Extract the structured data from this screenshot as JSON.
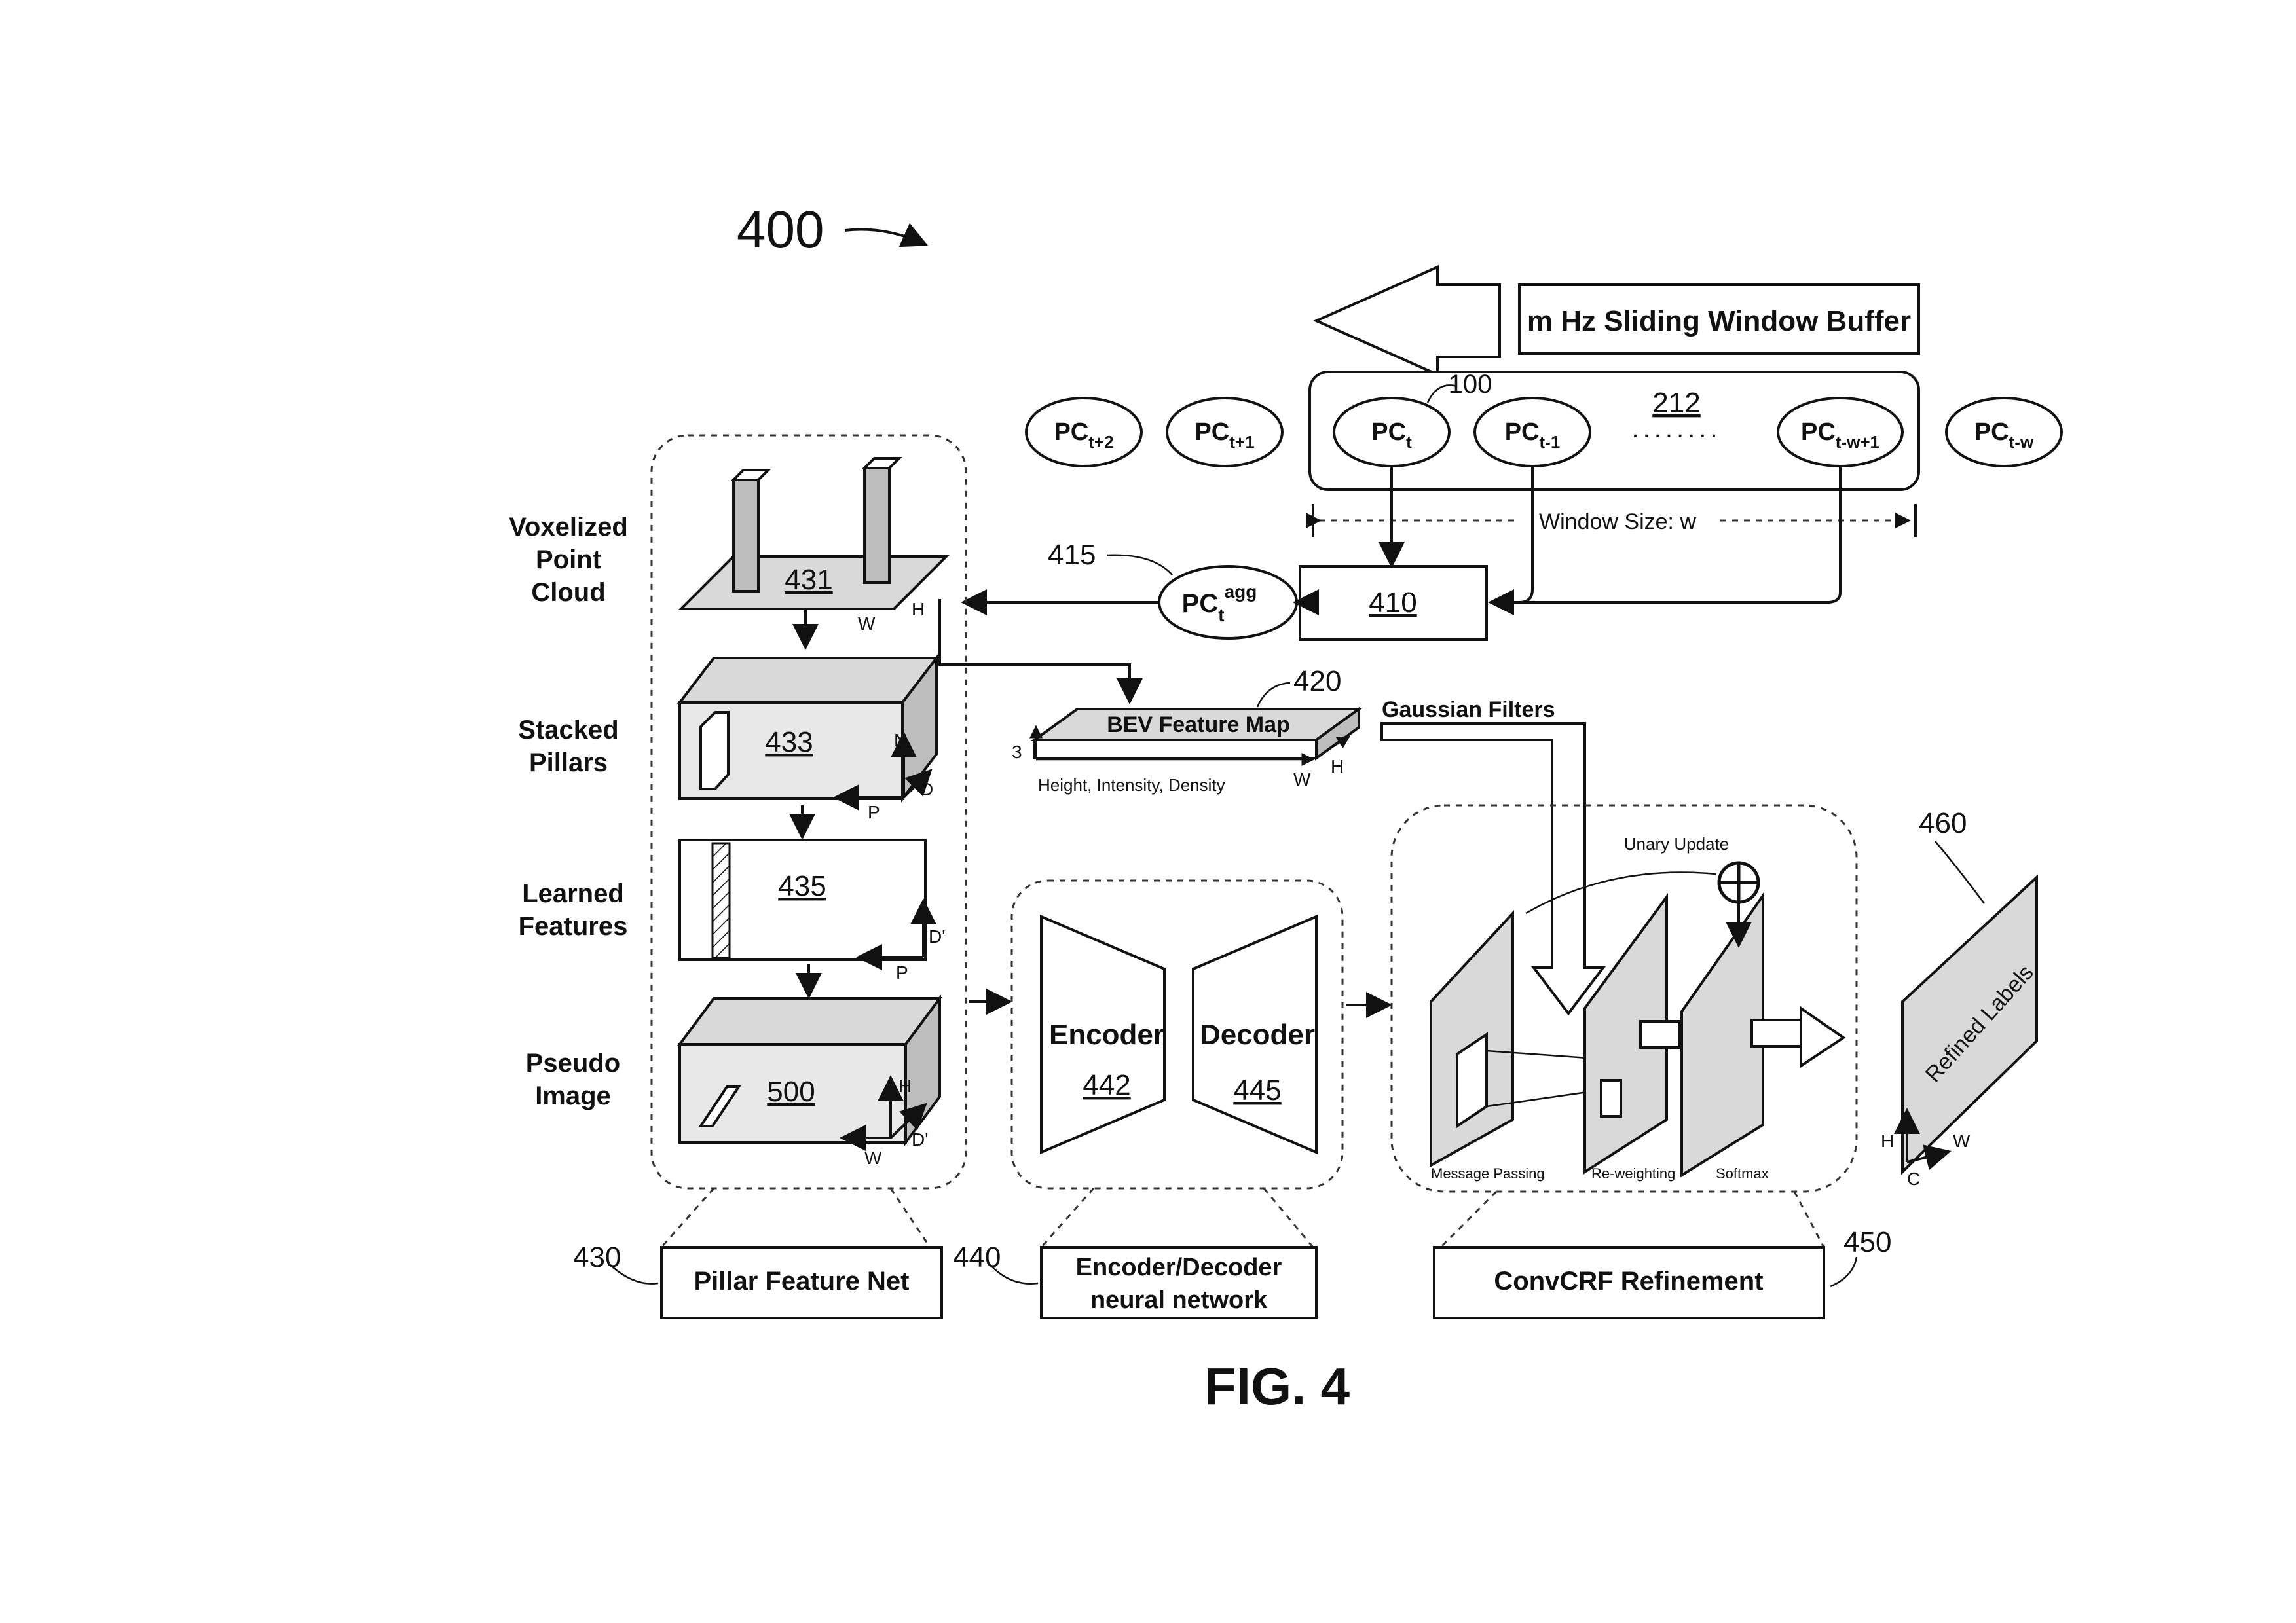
{
  "figure": {
    "ref": "400",
    "caption": "FIG. 4"
  },
  "buffer": {
    "title": "m Hz Sliding Window Buffer",
    "ref": "212",
    "ref_pc": "100",
    "window_label": "Window Size: w",
    "dots": "........"
  },
  "point_clouds": [
    {
      "base": "PC",
      "sub": "t+2"
    },
    {
      "base": "PC",
      "sub": "t+1"
    },
    {
      "base": "PC",
      "sub": "t"
    },
    {
      "base": "PC",
      "sub": "t-1"
    },
    {
      "base": "PC",
      "sub": "t-w+1"
    },
    {
      "base": "PC",
      "sub": "t-w"
    }
  ],
  "aggregator": {
    "ref": "410"
  },
  "aggregated": {
    "base": "PC",
    "sub": "t",
    "sup": "agg",
    "ref": "415"
  },
  "bev": {
    "label": "BEV Feature Map",
    "ref": "420",
    "channels": "3",
    "sublabel": "Height, Intensity, Density",
    "axis_w": "W",
    "axis_h": "H"
  },
  "gaussian_label": "Gaussian Filters",
  "pillar_net": {
    "stages": [
      {
        "label_lines": [
          "Voxelized",
          "Point",
          "Cloud"
        ],
        "ref": "431",
        "axes": [
          "W",
          "H"
        ]
      },
      {
        "label_lines": [
          "Stacked",
          "Pillars"
        ],
        "ref": "433",
        "axes": [
          "N",
          "D",
          "P"
        ]
      },
      {
        "label_lines": [
          "Learned",
          "Features"
        ],
        "ref": "435",
        "axes": [
          "D'",
          "P"
        ]
      },
      {
        "label_lines": [
          "Pseudo",
          "Image"
        ],
        "ref": "500",
        "axes": [
          "H",
          "D'",
          "W"
        ]
      }
    ],
    "name": "Pillar Feature Net",
    "ref": "430"
  },
  "encdec": {
    "encoder": {
      "label": "Encoder",
      "ref": "442"
    },
    "decoder": {
      "label": "Decoder",
      "ref": "445"
    },
    "name_lines": [
      "Encoder/Decoder",
      "neural network"
    ],
    "ref": "440"
  },
  "crf": {
    "unary": "Unary Update",
    "steps": [
      "Message Passing",
      "Re-weighting",
      "Softmax"
    ],
    "name": "ConvCRF Refinement",
    "ref": "450"
  },
  "output": {
    "label": "Refined Labels",
    "ref": "460",
    "axes": [
      "H",
      "C",
      "W"
    ]
  }
}
